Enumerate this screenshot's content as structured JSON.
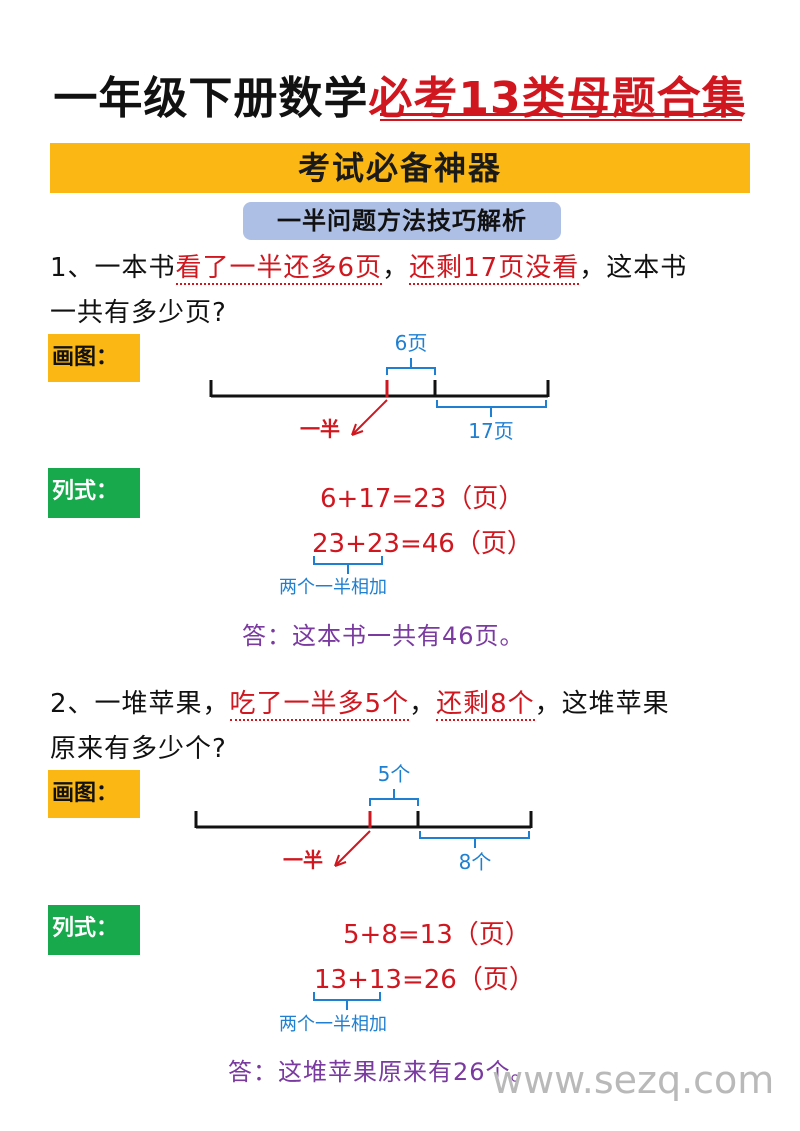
{
  "title": {
    "part1": "一年级下册数学",
    "part2": "必考13类母题合集"
  },
  "banner": "考试必备神器",
  "subbanner": "一半问题方法技巧解析",
  "tags": {
    "draw": "画图：",
    "formula": "列式："
  },
  "problem1": {
    "prefix": "1、一本书",
    "hl1": "看了一半还多6页",
    "mid": "，",
    "hl2": "还剩17页没看",
    "suffix": "，这本书",
    "line2": "一共有多少页?",
    "diagram": {
      "top_label": "6页",
      "bottom_label": "17页",
      "half_label": "一半"
    },
    "formula1": "6+17=23（页）",
    "formula2": "23+23=46（页）",
    "note": "两个一半相加",
    "answer": "答：这本书一共有46页。"
  },
  "problem2": {
    "prefix": "2、一堆苹果，",
    "hl1": "吃了一半多5个",
    "mid": "，",
    "hl2": "还剩8个",
    "suffix": "，这堆苹果",
    "line2": "原来有多少个?",
    "diagram": {
      "top_label": "5个",
      "bottom_label": "8个",
      "half_label": "一半"
    },
    "formula1": "5+8=13（页）",
    "formula2": "13+13=26（页）",
    "note": "两个一半相加",
    "answer": "答：这堆苹果原来有26个。"
  },
  "watermark": "www.sezq.com",
  "colors": {
    "red": "#d0171f",
    "blue": "#1f7fd0",
    "purple": "#7a3aa0",
    "yellow": "#fbb713",
    "green": "#18a94c",
    "lavender": "#aebfe6"
  }
}
